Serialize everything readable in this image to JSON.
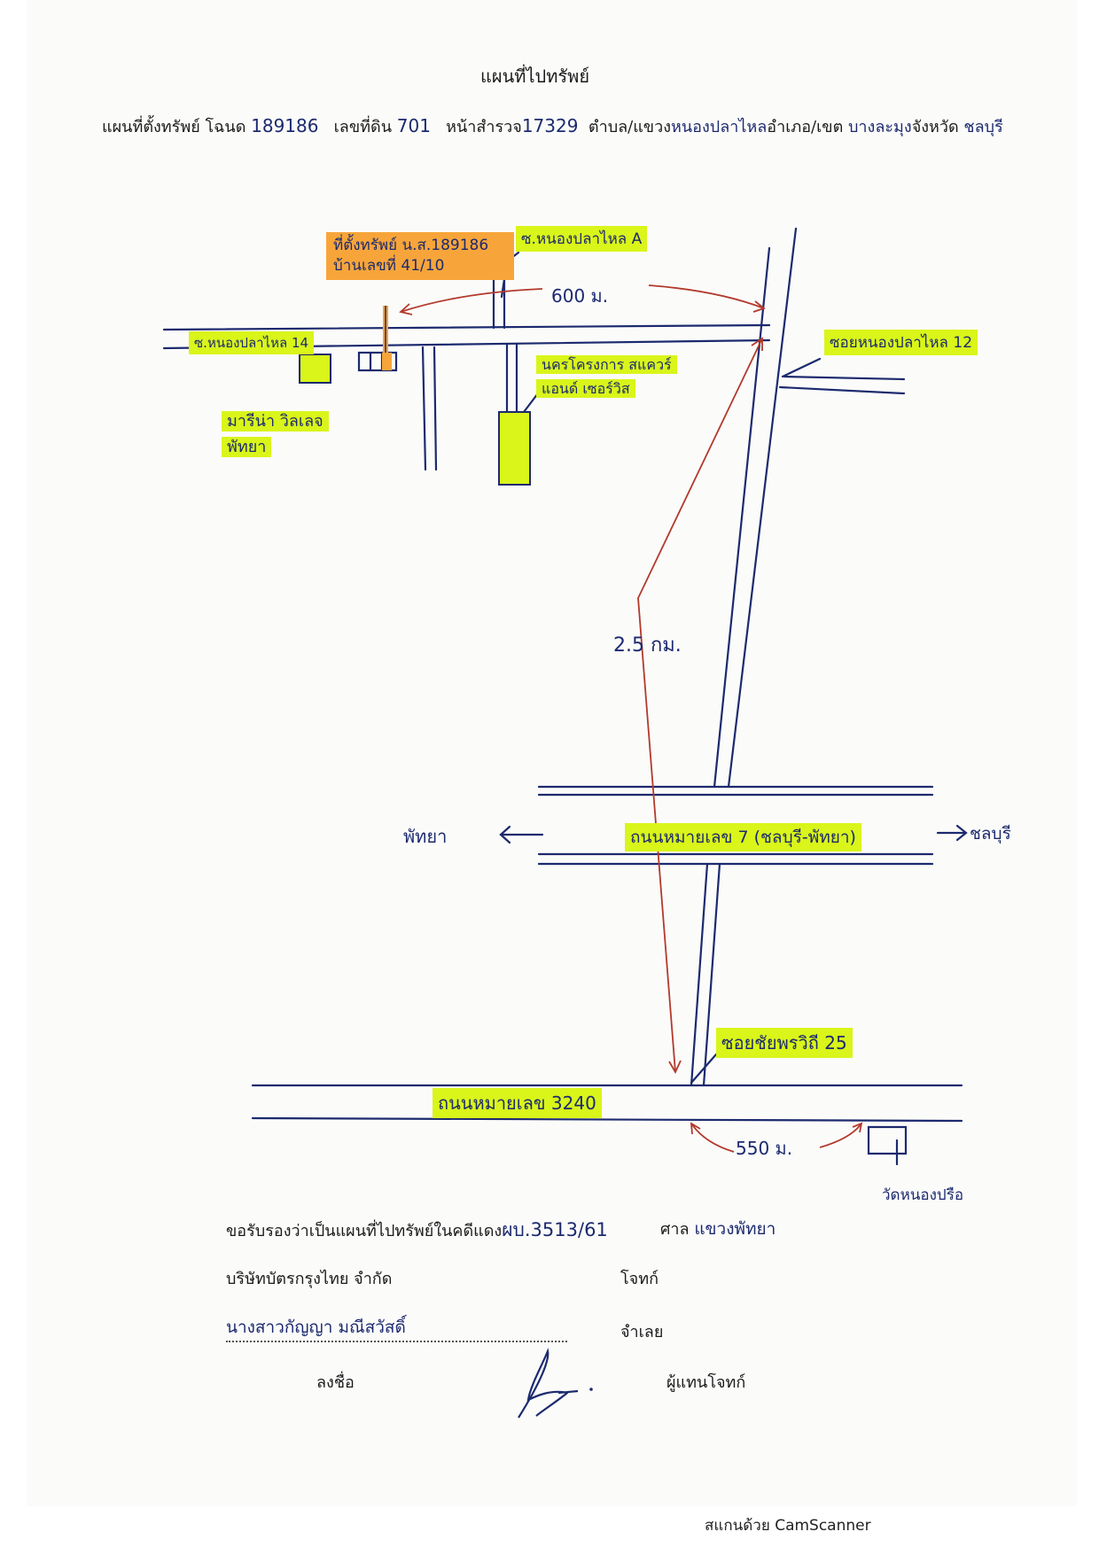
{
  "document": {
    "title": "แผนที่ไปทรัพย์",
    "header": {
      "deed_label": "แผนที่ตั้งทรัพย์ โฉนด",
      "deed_no": "189186",
      "land_no_label": "เลขที่ดิน",
      "land_no": "701",
      "survey_label": "หน้าสำรวจ",
      "survey_no": "17329",
      "subdistrict_label": "ตำบล/แขวง",
      "subdistrict": "หนองปลาไหล",
      "district_label": "อำเภอ/เขต",
      "district": "บางละมุง",
      "province_label": "จังหวัด",
      "province": "ชลบุรี"
    }
  },
  "map": {
    "property_label_line1": "ที่ตั้งทรัพย์ น.ส.189186",
    "property_label_line2": "บ้านเลขที่ 41/10",
    "soi_14": "ซ.หนองปลาไหล 14",
    "soi_a": "ซ.หนองปลาไหล A",
    "soi_12": "ซอยหนองปลาไหล 12",
    "marina": "มารีน่า วิลเลจ",
    "marina_2": "พัทยา",
    "office_1": "นครโครงการ สแควร์",
    "office_2": "แอนด์ เซอร์วิส",
    "dist_600": "600 ม.",
    "dist_25": "2.5 กม.",
    "dist_550": "550 ม.",
    "pattaya": "พัทยา",
    "highway_7": "ถนนหมายเลข 7 (ชลบุรี-พัทยา)",
    "chonburi": "ชลบุรี",
    "soi_25": "ซอยชัยพรวิถี 25",
    "road_3240": "ถนนหมายเลข 3240",
    "temple": "วัดหนองปรือ"
  },
  "certification": {
    "statement": "ขอรับรองว่าเป็นแผนที่ไปทรัพย์ในคดีแดง",
    "case_no": "ผบ.3513/61",
    "court_label": "ศาล",
    "court": "แขวงพัทยา",
    "company": "บริษัทบัตรกรุงไทย จำกัด",
    "plaintiff": "โจทก์",
    "defendant_name": "นางสาวกัญญา มณีสวัสดิ์",
    "defendant": "จำเลย",
    "sign_label": "ลงชื่อ",
    "agent": "ผู้แทนโจทก์"
  },
  "footer": {
    "scanner": "สแกนด้วย CamScanner"
  },
  "colors": {
    "highlight_yellow": "#d9f51a",
    "highlight_orange": "#f7a53a",
    "pen_blue": "#1c2a6e",
    "pen_red": "#b23a2c"
  }
}
